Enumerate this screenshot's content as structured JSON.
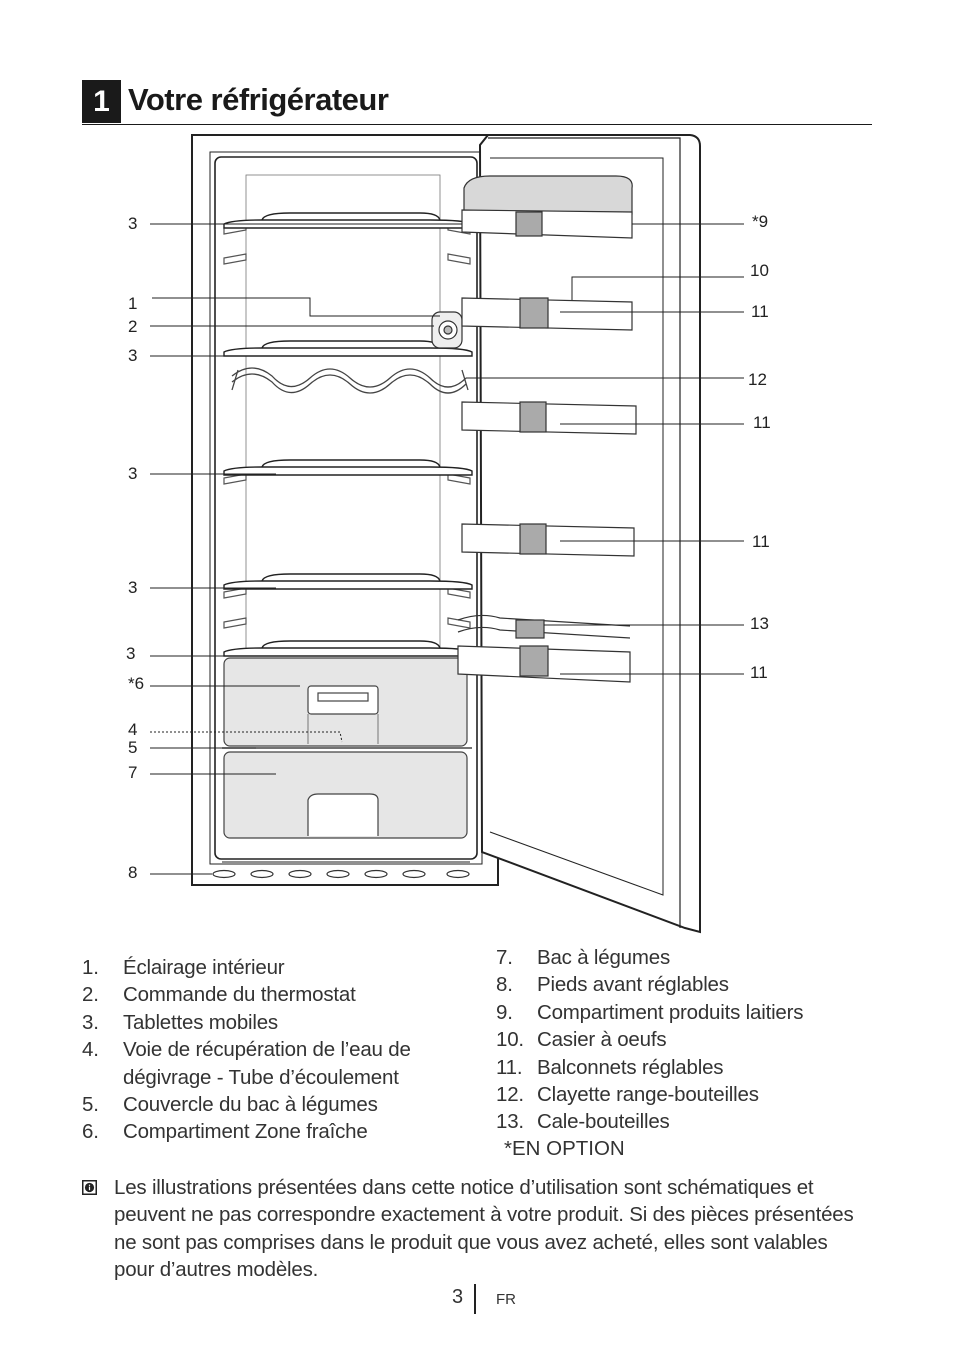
{
  "header": {
    "section_number": "1",
    "title": "Votre réfrigérateur"
  },
  "callouts": {
    "c3a": "3",
    "c1": "1",
    "c2": "2",
    "c3b": "3",
    "c3c": "3",
    "c3d": "3",
    "c3e": "3",
    "c6": "*6",
    "c4": "4",
    "c5": "5",
    "c7": "7",
    "c8": "8",
    "c9": "*9",
    "c10": "10",
    "c11a": "11",
    "c12": "12",
    "c11b": "11",
    "c11c": "11",
    "c13": "13",
    "c11d": "11"
  },
  "parts_left": [
    {
      "num": "1.",
      "label": "Éclairage intérieur"
    },
    {
      "num": "2.",
      "label": "Commande du thermostat"
    },
    {
      "num": "3.",
      "label": "Tablettes mobiles"
    },
    {
      "num": "4.",
      "label": "Voie de récupération de l’eau de dégivrage - Tube d’écoulement"
    },
    {
      "num": "5.",
      "label": "Couvercle du bac à légumes"
    },
    {
      "num": "6.",
      "label": "Compartiment Zone fraîche"
    }
  ],
  "parts_right": [
    {
      "num": "7.",
      "label": "Bac à légumes"
    },
    {
      "num": "8.",
      "label": "Pieds avant réglables"
    },
    {
      "num": "9.",
      "label": "Compartiment produits laitiers"
    },
    {
      "num": "10.",
      "label": "Casier à oeufs"
    },
    {
      "num": "11.",
      "label": "Balconnets réglables"
    },
    {
      "num": "12.",
      "label": "Clayette range-bouteilles"
    },
    {
      "num": "13.",
      "label": "Cale-bouteilles"
    }
  ],
  "optional_note": "*EN OPTION",
  "info_note": "Les illustrations présentées dans cette notice d’utilisation sont schématiques et peuvent ne pas correspondre exactement à votre produit. Si des pièces présentées ne sont pas comprises dans le produit que vous avez acheté, elles sont valables pour d’autres modèles.",
  "info_icon": "info-icon",
  "footer": {
    "page_number": "3",
    "language": "FR"
  }
}
